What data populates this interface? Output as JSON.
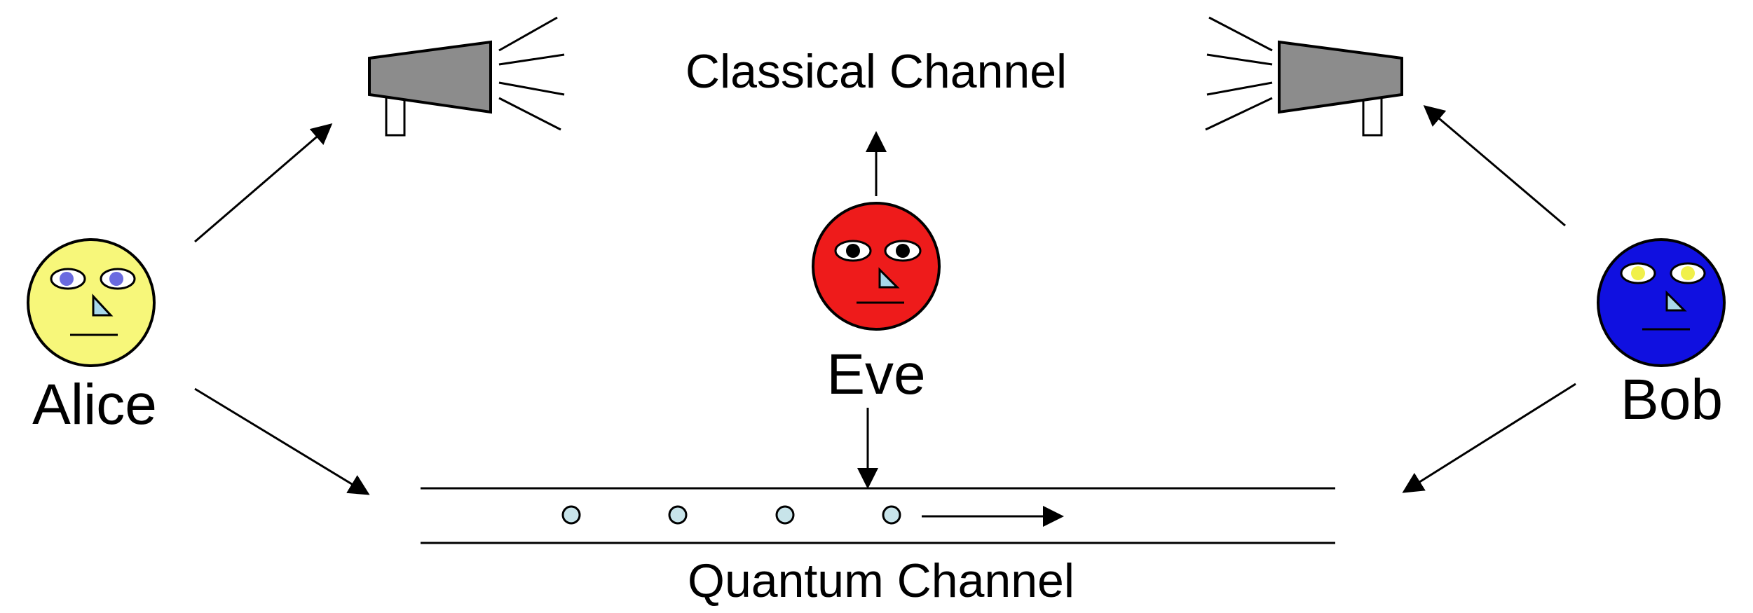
{
  "labels": {
    "classical_channel": "Classical Channel",
    "quantum_channel": "Quantum Channel",
    "alice": "Alice",
    "eve": "Eve",
    "bob": "Bob"
  },
  "characters": {
    "alice": {
      "face_color": "#f7f77a",
      "eye_color": "#6a6ae0"
    },
    "eve": {
      "face_color": "#ee1b1b",
      "eye_color": "#000000"
    },
    "bob": {
      "face_color": "#1010e0",
      "eye_color": "#f0f04a"
    }
  },
  "colors": {
    "megaphone": "#8c8c8c",
    "photon": "#c8e4ea",
    "nose": "#a8d8ea",
    "line": "#000000"
  },
  "icons": {
    "left_megaphone": "megaphone-icon",
    "right_megaphone": "megaphone-icon",
    "photons": "photon-icon"
  }
}
